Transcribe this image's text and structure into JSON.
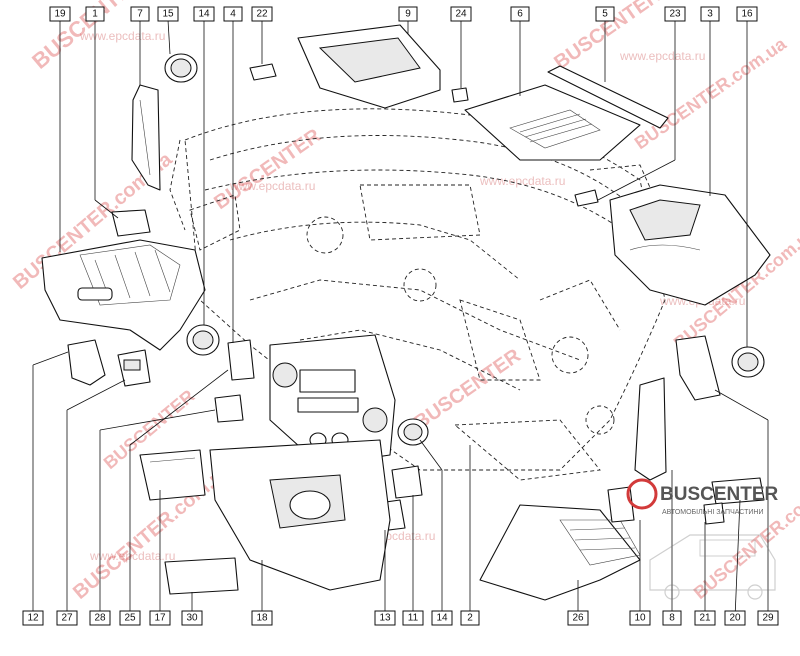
{
  "callouts_top": [
    "19",
    "1",
    "7",
    "15",
    "14",
    "4",
    "22",
    "9",
    "24",
    "6",
    "5",
    "23",
    "3",
    "16"
  ],
  "callouts_bottom": [
    "12",
    "27",
    "28",
    "25",
    "17",
    "30",
    "18",
    "13",
    "11",
    "14",
    "2",
    "26",
    "10",
    "8",
    "21",
    "20",
    "29"
  ],
  "watermarks": {
    "brand": "BUSCENTER",
    "domain": "BUSCENTER.com.ua",
    "site": "www.epcdata.ru"
  },
  "logo": {
    "title": "BUSCENTER",
    "subtitle": "АВТОМОБІЛЬНІ ЗАПЧАСТИНИ"
  }
}
